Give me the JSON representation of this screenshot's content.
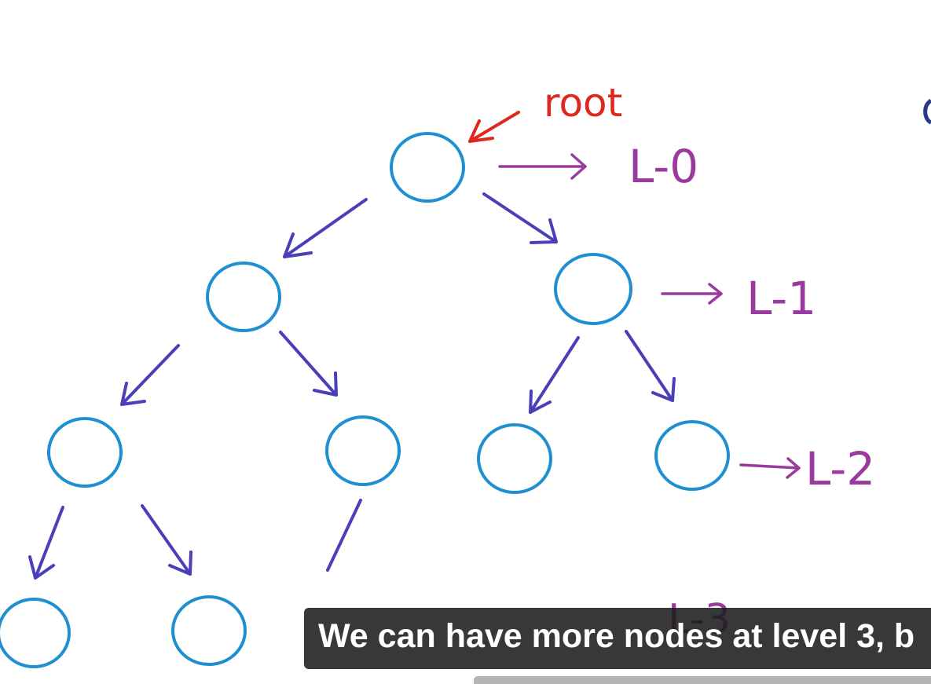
{
  "diagram": {
    "root_label": "root",
    "levels": [
      "L-0",
      "L-1",
      "L-2",
      "L-3"
    ],
    "colors": {
      "node": "#1e8fd0",
      "edge": "#4a3fb8",
      "level_label": "#9a3a9e",
      "root_label": "#e0271e"
    }
  },
  "caption": {
    "text": "We can have more nodes at level 3, b"
  }
}
